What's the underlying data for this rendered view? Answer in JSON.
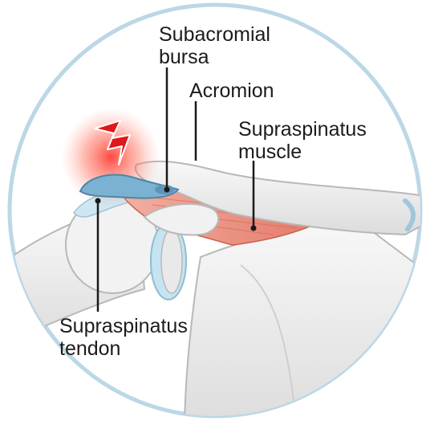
{
  "labels": {
    "subacromial_bursa": {
      "line1": "Subacromial",
      "line2": "bursa"
    },
    "acromion": {
      "text": "Acromion"
    },
    "supraspinatus_muscle": {
      "line1": "Supraspinatus",
      "line2": "muscle"
    },
    "supraspinatus_tendon": {
      "line1": "Supraspinatus",
      "line2": "tendon"
    }
  },
  "colors": {
    "circle_border": "#bcd7e6",
    "bone": "#efefef",
    "bone_shadow": "#c9c9c9",
    "cartilage": "#bfe0ef",
    "muscle": "#e8877a",
    "bursa": "#6fa7c9",
    "pain_glow": "#ff3b2f",
    "leader_line": "#1a1a1a"
  },
  "icons": [
    "pain-lightning-icon"
  ]
}
